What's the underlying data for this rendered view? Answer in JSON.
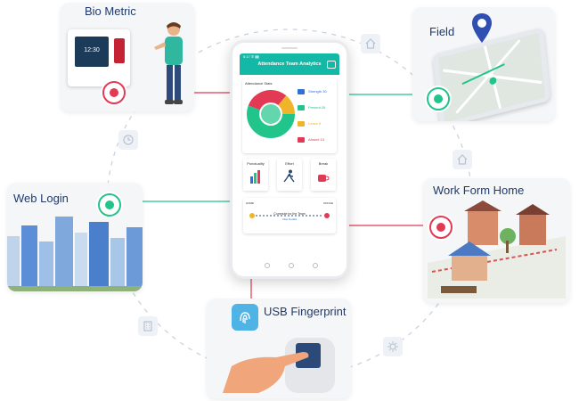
{
  "phone": {
    "status_text": "5:17  ✆ ▮▮",
    "app_title": "Attendance Team Analytics",
    "section_title": "Attendance Stats",
    "stats": [
      {
        "label": "Strength 30",
        "color": "#2f6fd8"
      },
      {
        "label": "Present 26",
        "color": "#21c48a"
      },
      {
        "label": "Leave 8",
        "color": "#f0b429"
      },
      {
        "label": "Absent 13",
        "color": "#e23a54"
      }
    ],
    "minis": [
      {
        "label": "Punctuality"
      },
      {
        "label": "Effort"
      },
      {
        "label": "Break"
      }
    ],
    "commute_text": "Commute for the Team",
    "commute_sub": "View Details",
    "commute_left": "HOME",
    "commute_right": "OFFICE"
  },
  "cards": {
    "bio_metric": "Bio Metric",
    "field": "Field",
    "web_login": "Web Login",
    "work_from_home": "Work Form Home",
    "usb_fingerprint": "USB Fingerprint"
  },
  "device": {
    "time": "12:30"
  },
  "icons": {
    "ring_top": "house-icon",
    "ring_left": "clock-icon",
    "ring_right": "home-icon",
    "ring_bottom_left": "building-icon",
    "ring_bottom_right": "gear-icon"
  },
  "colors": {
    "teal": "#14b8a6",
    "red": "#e23a54",
    "green": "#21c48a",
    "title": "#1f3a6b"
  }
}
